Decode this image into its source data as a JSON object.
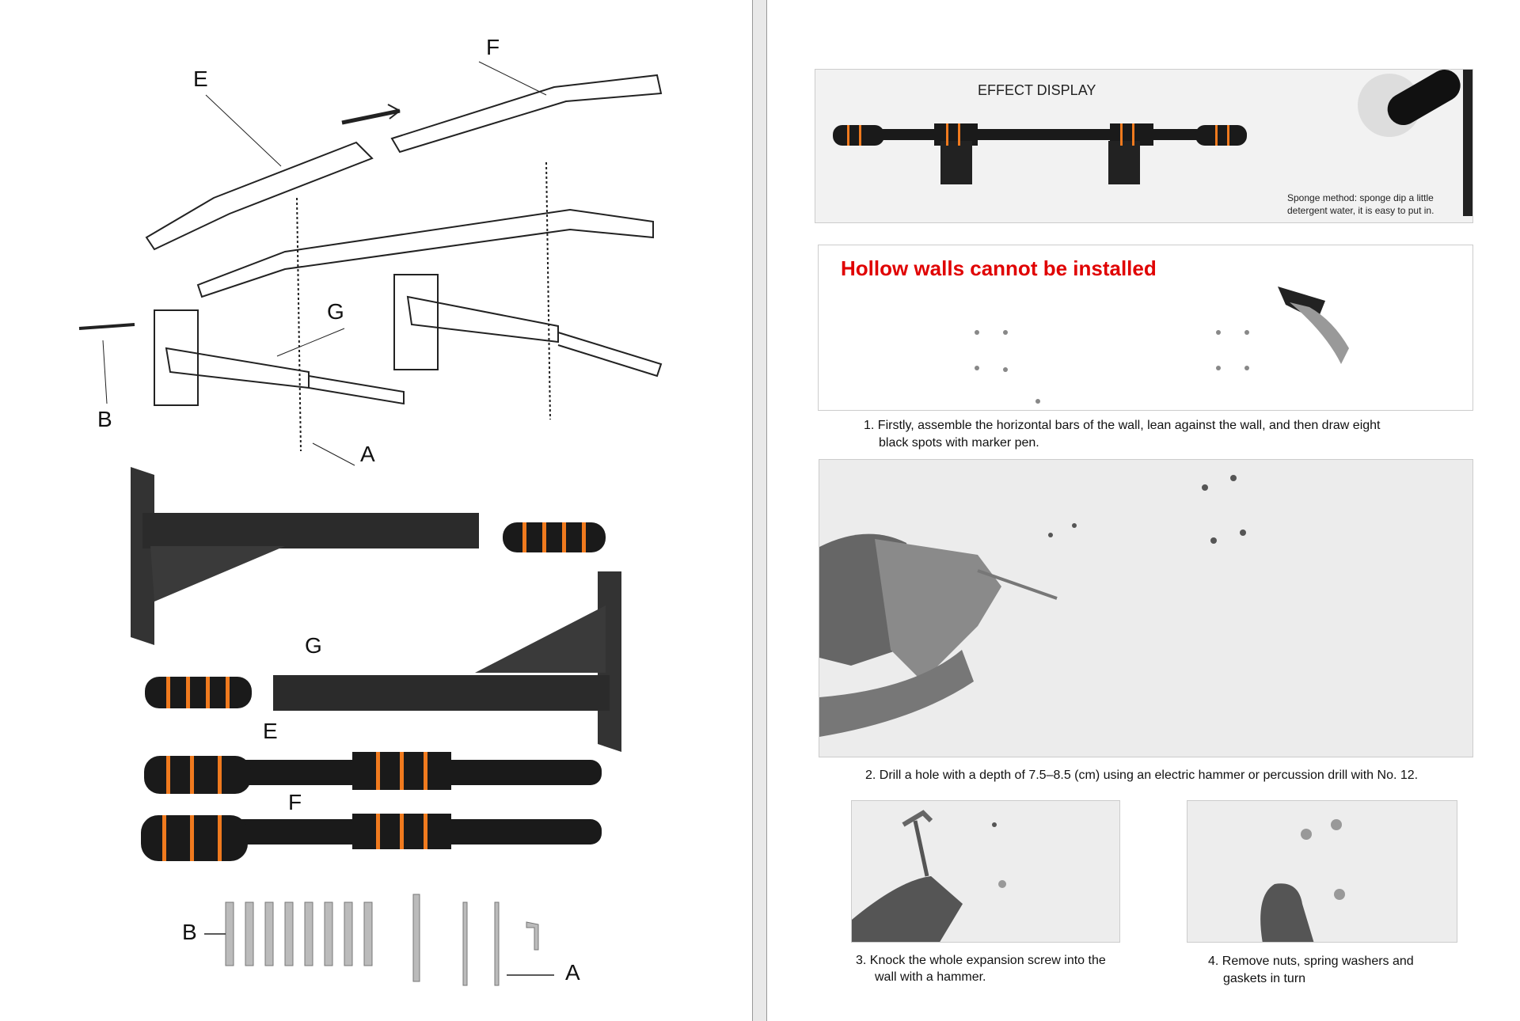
{
  "left_page": {
    "diagram_labels": {
      "e": "E",
      "f": "F",
      "g": "G",
      "b": "B",
      "a": "A"
    },
    "photo_labels": {
      "g": "G",
      "e": "E",
      "f": "F",
      "b": "B",
      "a": "A"
    }
  },
  "right_page": {
    "effect_display": {
      "title": "EFFECT DISPLAY",
      "sponge_note_line1": "Sponge method: sponge dip a little",
      "sponge_note_line2": "detergent water, it is easy to put in."
    },
    "warning": {
      "text": "Hollow walls cannot be installed",
      "color": "#e00000"
    },
    "steps": [
      {
        "line1": "1. Firstly, assemble the horizontal bars of the wall, lean against the wall, and then draw eight",
        "line2": "black spots with marker pen."
      },
      {
        "line1": "2. Drill a hole with a depth of 7.5–8.5 (cm) using an electric hammer or percussion drill with No. 12."
      },
      {
        "line1": "3. Knock the whole expansion screw into the",
        "line2": "wall with a hammer."
      },
      {
        "line1": "4. Remove nuts, spring washers and",
        "line2": "gaskets in turn"
      }
    ]
  },
  "colors": {
    "foam_orange": "#f07a1e",
    "foam_black": "#1a1a1a"
  }
}
